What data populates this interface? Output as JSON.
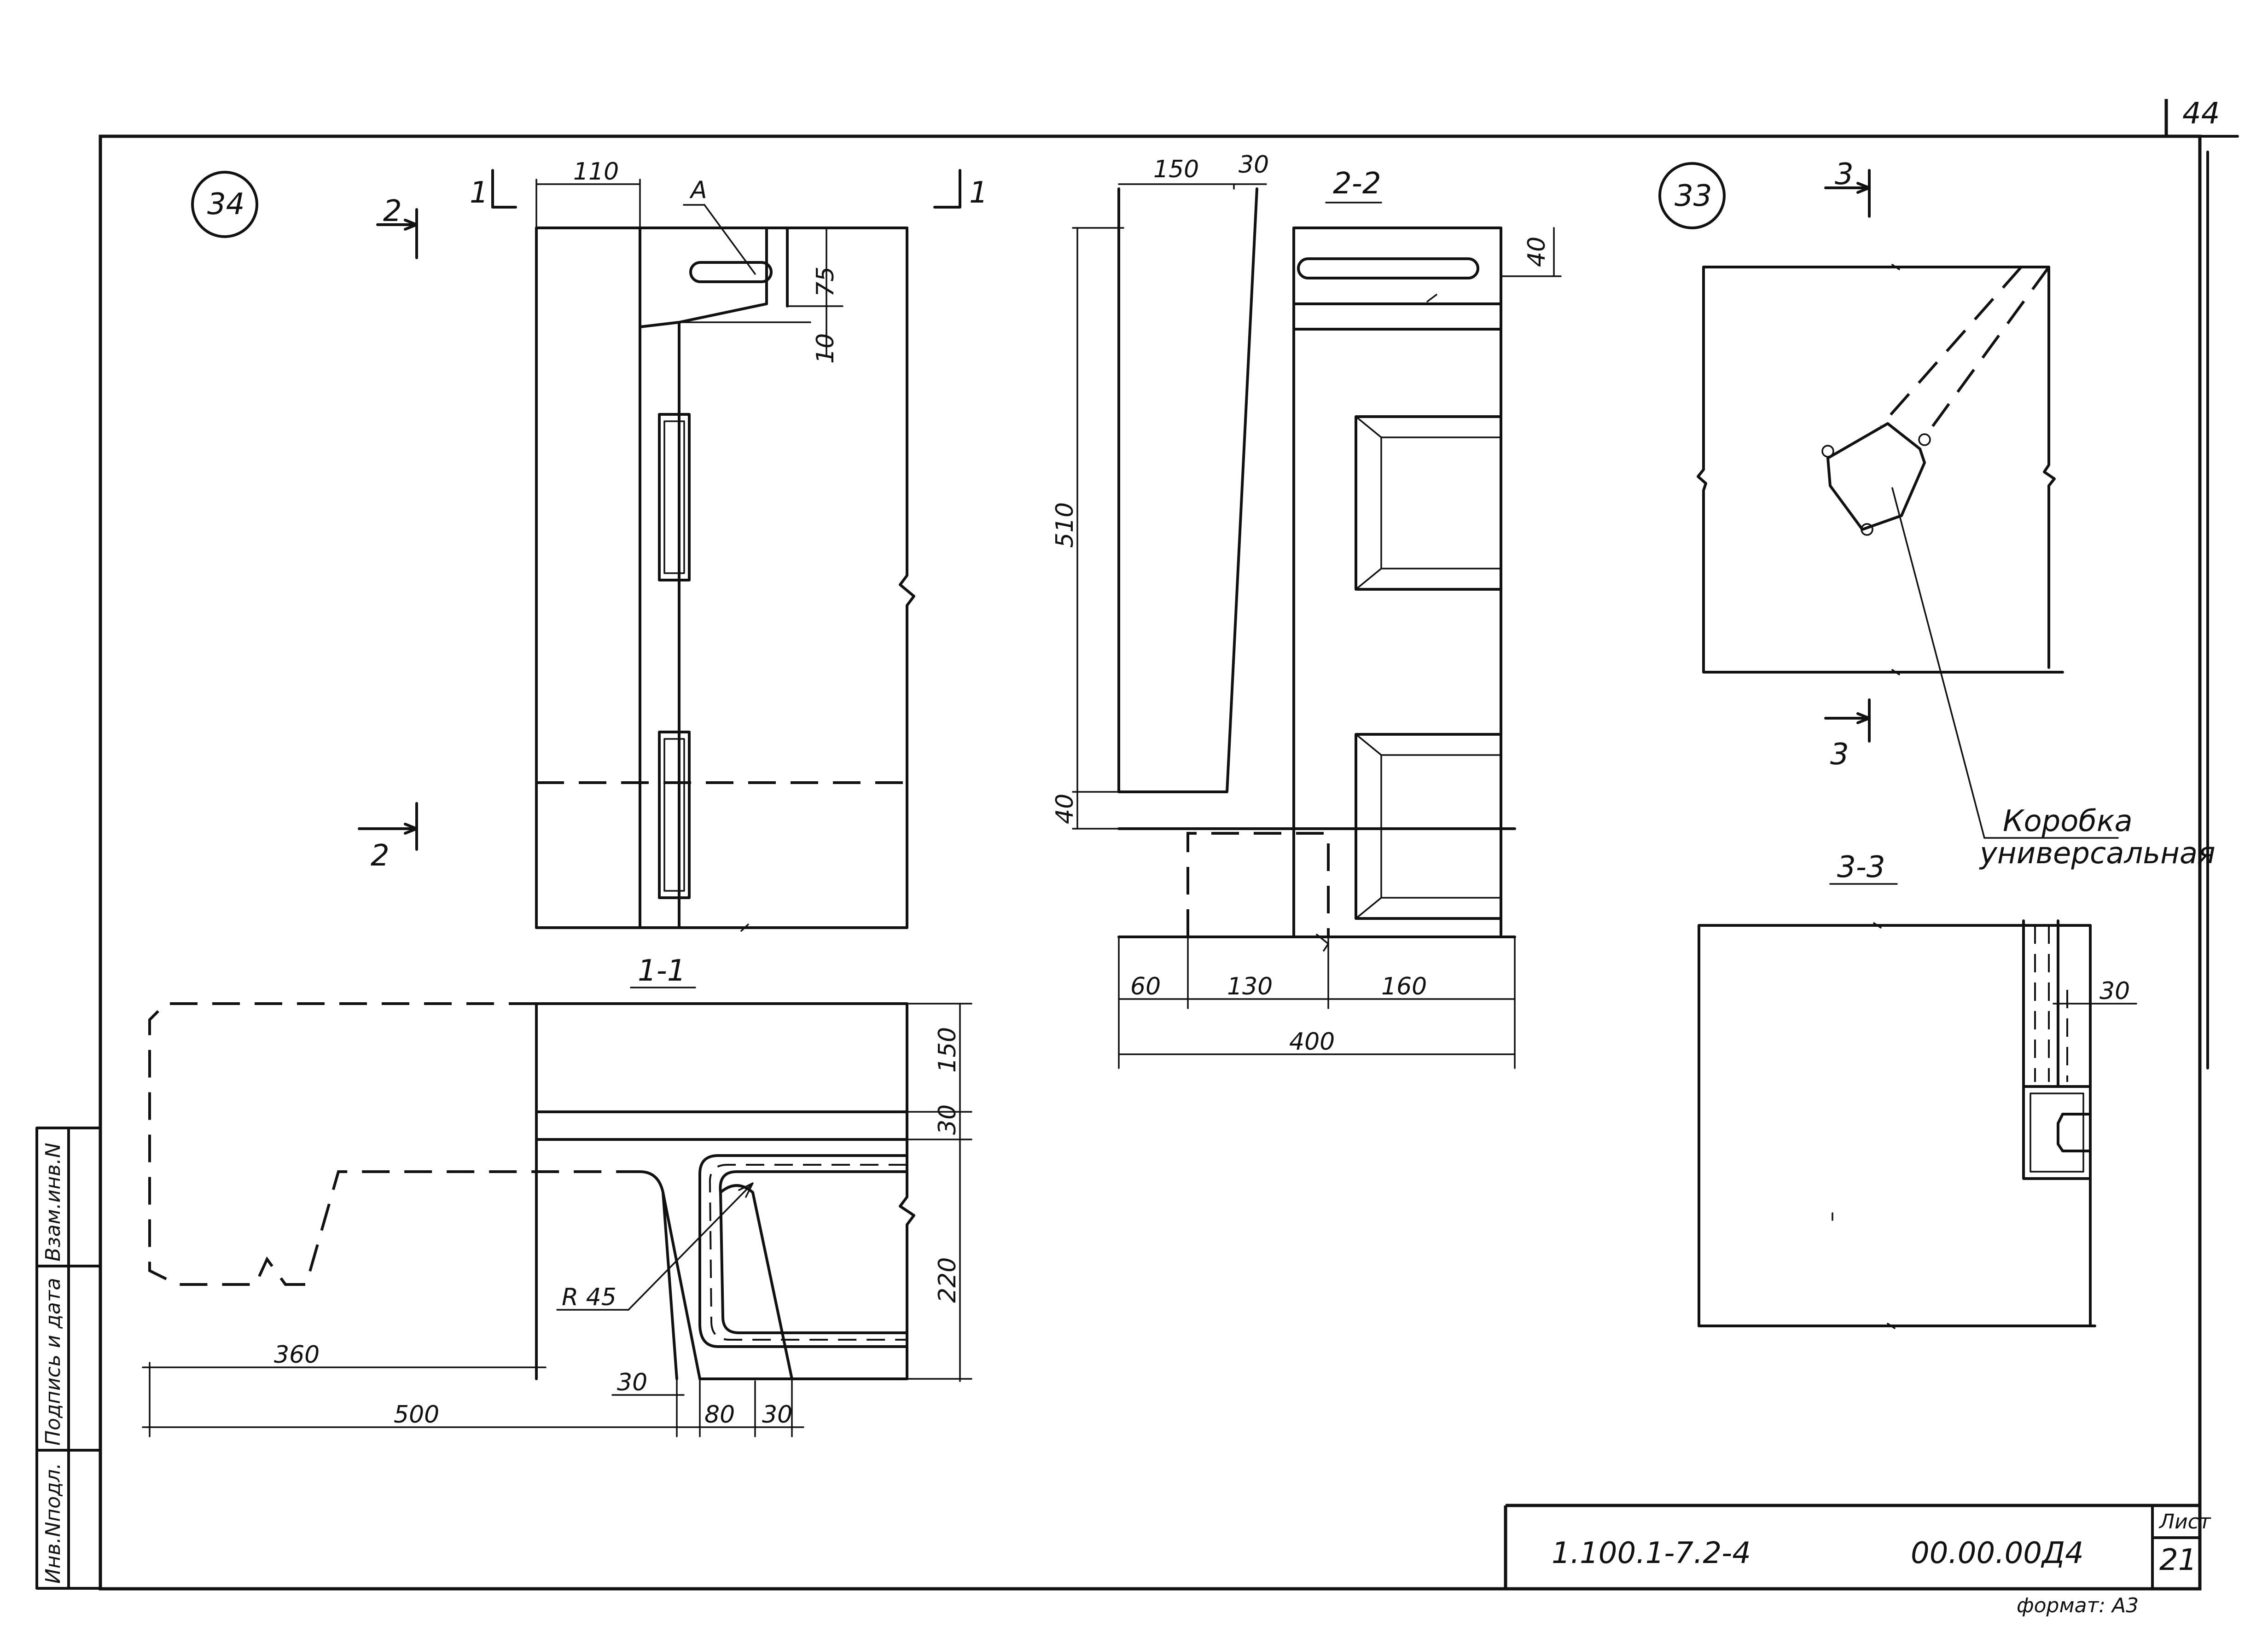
{
  "sheet": {
    "corner_number": "44",
    "page_no_label": "Лист",
    "page_no": "21",
    "doc_code": "1.100.1-7.2-4",
    "doc_id": "00.00.00Д4",
    "format_label": "формат: А3"
  },
  "side_stamp": {
    "fields": [
      "Инв.Nподл.",
      "Подпись и дата",
      "Взам.инв.N"
    ]
  },
  "views": {
    "node34": "34",
    "node33": "33",
    "section_1_1": "1-1",
    "section_2_2": "2-2",
    "section_3_3": "3-3",
    "cut_mark_1": "1",
    "cut_mark_2": "2",
    "cut_mark_3": "3",
    "callout_a": "А",
    "radius_label": "R 45",
    "box_label_line1": "Коробка",
    "box_label_line2": "универсальная"
  },
  "dims": {
    "view34": [
      "110",
      "75",
      "10"
    ],
    "view22": [
      "150",
      "30",
      "40",
      "510",
      "40",
      "60",
      "130",
      "160",
      "400"
    ],
    "view11": [
      "150",
      "30",
      "220",
      "360",
      "500",
      "30",
      "80",
      "30"
    ],
    "view33": [
      "30"
    ]
  }
}
